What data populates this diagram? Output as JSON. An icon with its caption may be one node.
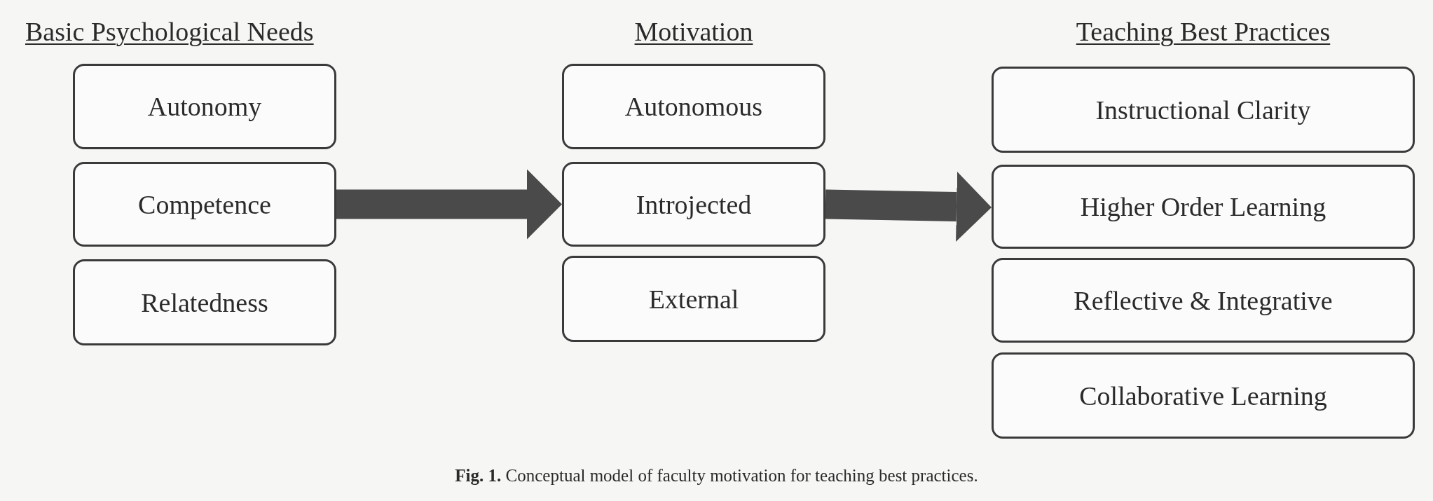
{
  "diagram": {
    "caption": "**Fig. 1.** Conceptual model of faculty motivation for teaching best practices.",
    "nodes": [
      {
        "text": [
          "Basic Psychological Needs"
        ]
      },
      {
        "text": [
          "Autonomy"
        ],
        "in": 0
      },
      {
        "text": [
          "Competence"
        ],
        "in": 0
      },
      {
        "text": [
          "Relatedness"
        ],
        "in": 0
      },
      {
        "text": [
          "Motivation"
        ]
      },
      {
        "text": [
          "Autonomous"
        ],
        "in": 4
      },
      {
        "text": [
          "Introjected"
        ],
        "in": 4
      },
      {
        "text": [
          "External"
        ],
        "in": 4
      },
      {
        "text": [
          "Teaching Best Practices"
        ]
      },
      {
        "text": [
          "Instructional Clarity"
        ],
        "in": 8
      },
      {
        "text": [
          "Higher Order Learning"
        ],
        "in": 8
      },
      {
        "text": [
          "Reflective & Integrative"
        ],
        "in": 8
      },
      {
        "text": [
          "Collaborative Learning"
        ],
        "in": 8
      }
    ],
    "edges": [
      {
        "from": 2,
        "to": 6,
        "arrow": "to"
      },
      {
        "from": 6,
        "to": 10,
        "arrow": "to"
      }
    ]
  }
}
